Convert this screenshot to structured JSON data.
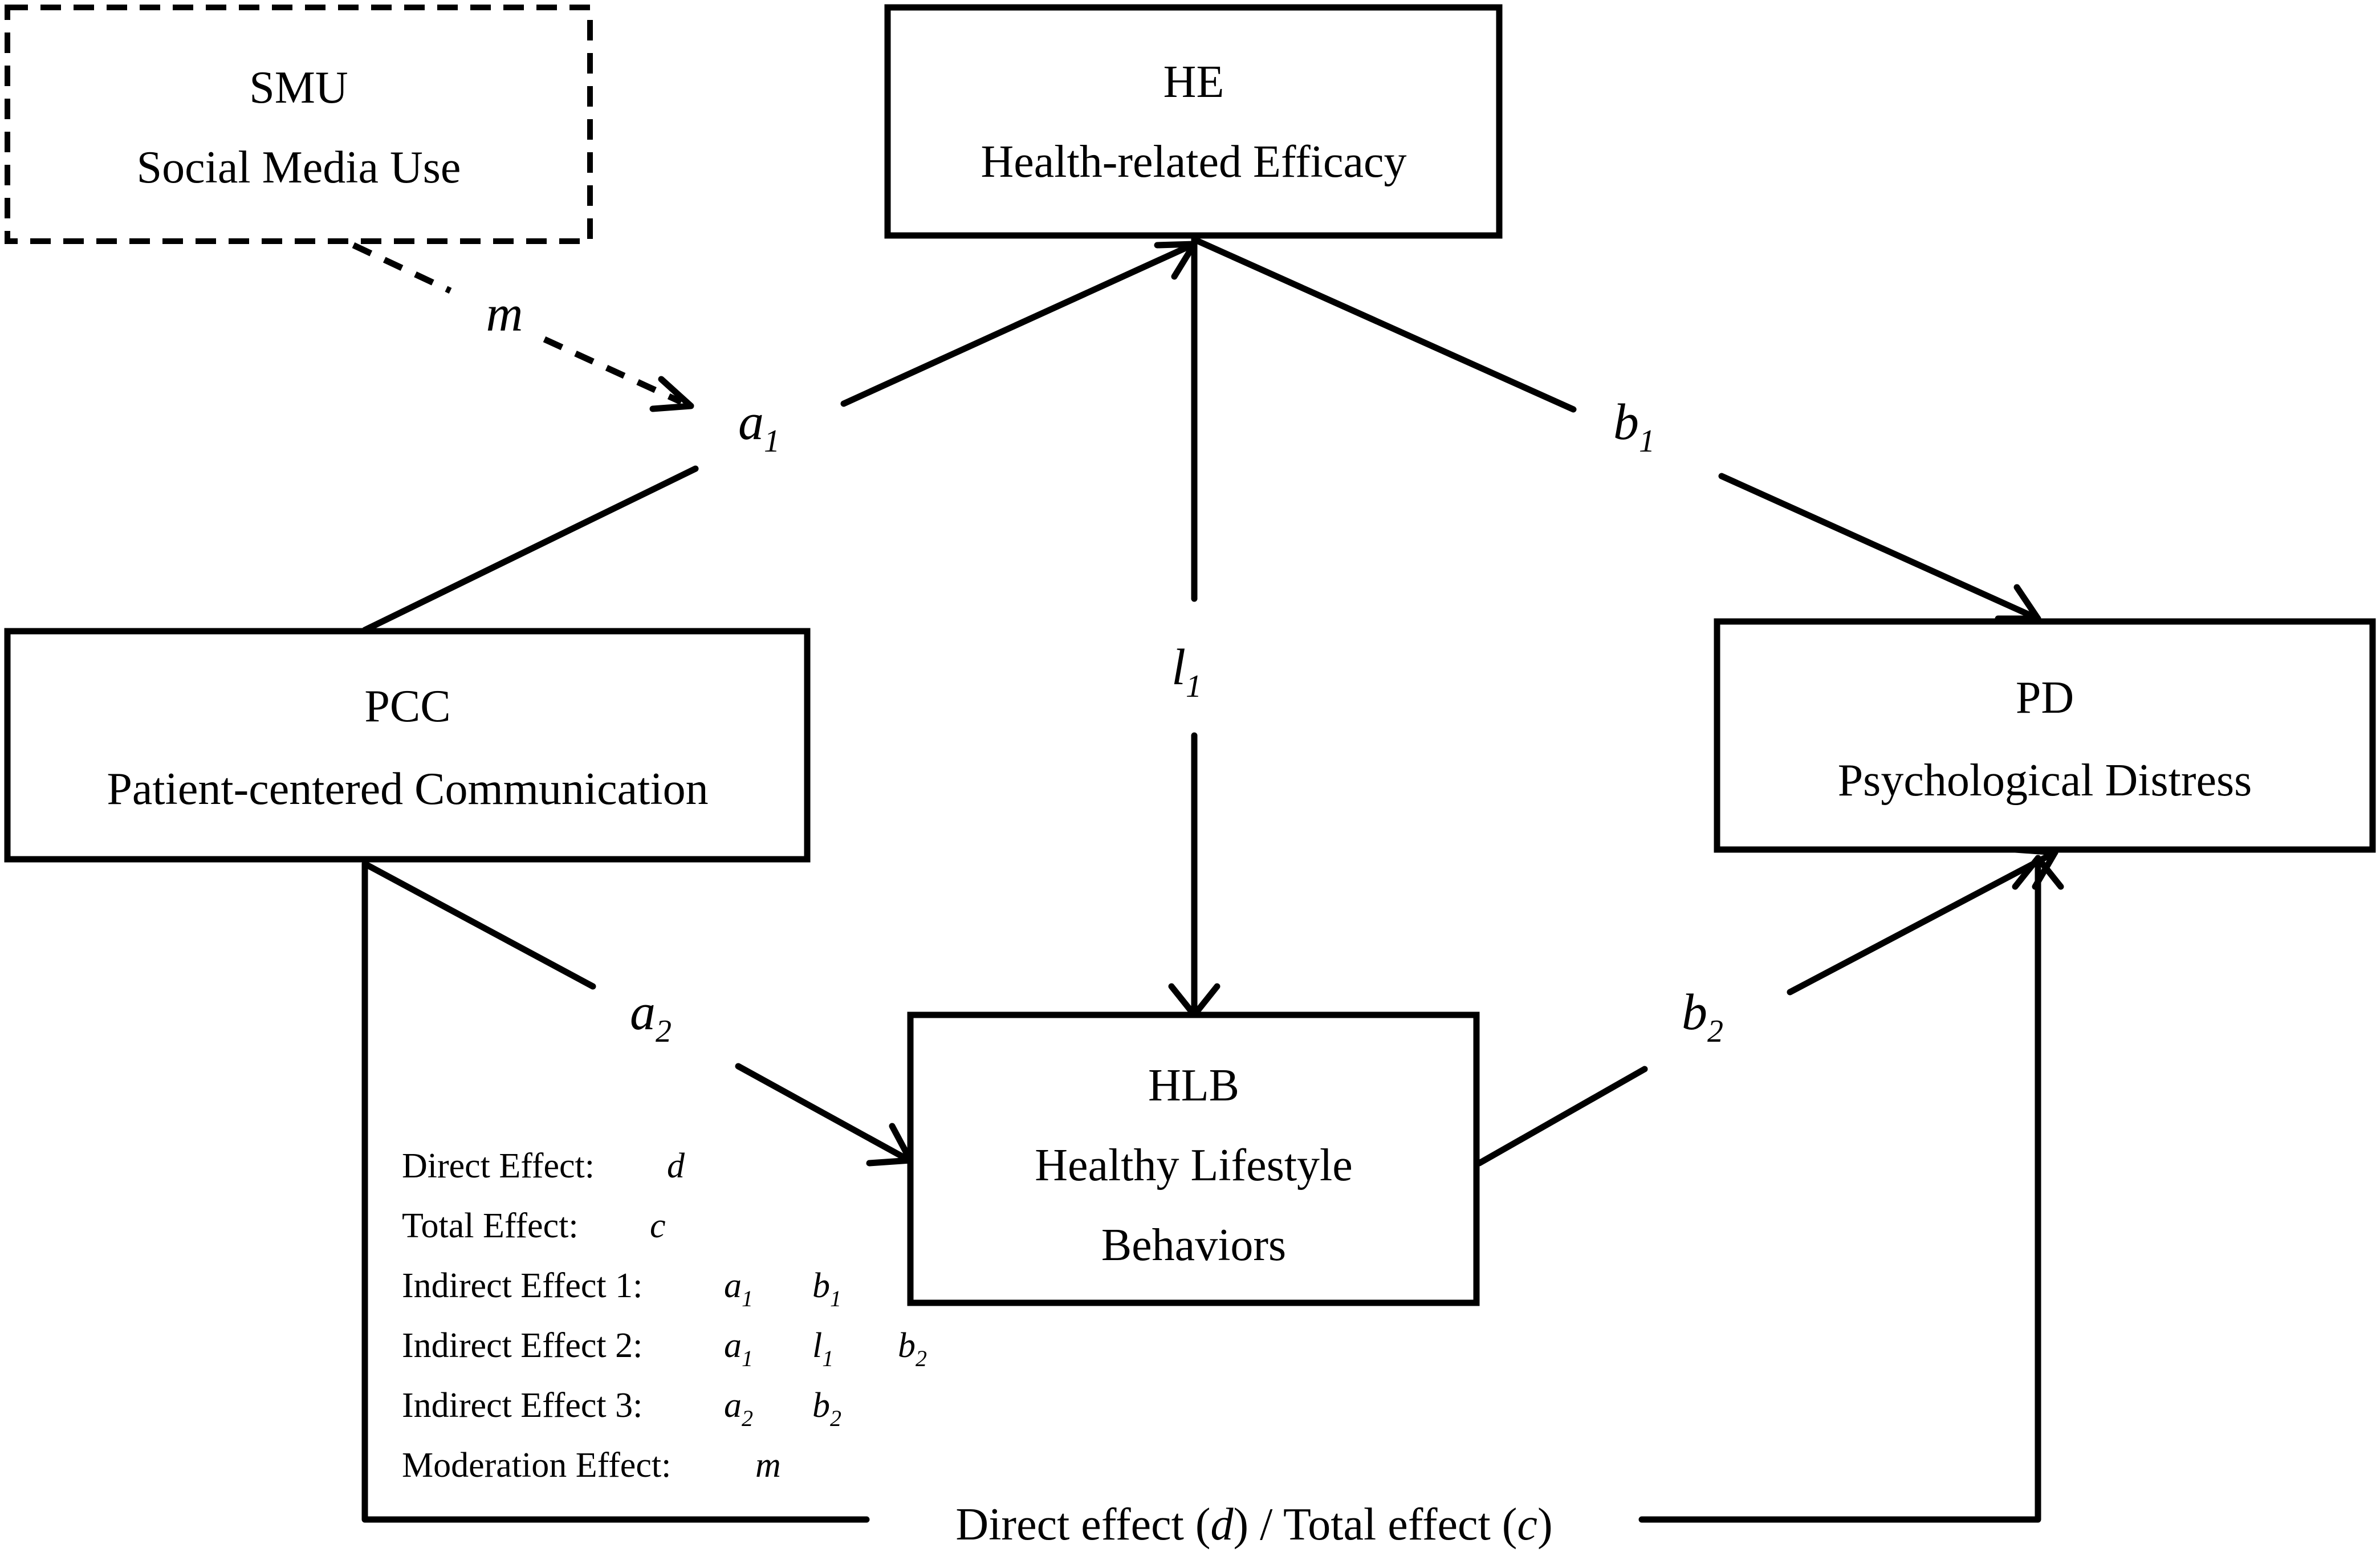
{
  "nodes": {
    "smu": {
      "abbr": "SMU",
      "name": "Social Media Use"
    },
    "he": {
      "abbr": "HE",
      "name": "Health-related Efficacy"
    },
    "pcc": {
      "abbr": "PCC",
      "name": "Patient-centered Communication"
    },
    "pd": {
      "abbr": "PD",
      "name": "Psychological Distress"
    },
    "hlb": {
      "abbr": "HLB",
      "name_line1": "Healthy Lifestyle",
      "name_line2": "Behaviors"
    }
  },
  "paths": {
    "m": {
      "base": "m"
    },
    "a1": {
      "base": "a",
      "sub": "1"
    },
    "a2": {
      "base": "a",
      "sub": "2"
    },
    "b1": {
      "base": "b",
      "sub": "1"
    },
    "b2": {
      "base": "b",
      "sub": "2"
    },
    "l1": {
      "base": "l",
      "sub": "1"
    }
  },
  "legend": {
    "direct": {
      "label": "Direct Effect:",
      "symbol": "d"
    },
    "total": {
      "label": "Total Effect:",
      "symbol": "c"
    },
    "indirect1": {
      "label": "Indirect Effect 1:",
      "terms": [
        {
          "base": "a",
          "sub": "1"
        },
        {
          "base": "b",
          "sub": "1"
        }
      ]
    },
    "indirect2": {
      "label": "Indirect Effect 2:",
      "terms": [
        {
          "base": "a",
          "sub": "1"
        },
        {
          "base": "l",
          "sub": "1"
        },
        {
          "base": "b",
          "sub": "2"
        }
      ]
    },
    "indirect3": {
      "label": "Indirect Effect 3:",
      "terms": [
        {
          "base": "a",
          "sub": "2"
        },
        {
          "base": "b",
          "sub": "2"
        }
      ]
    },
    "moderation": {
      "label": "Moderation Effect:",
      "symbol": "m"
    }
  },
  "bottom_path": {
    "part1": "Direct effect (",
    "d": "d",
    "part2": ") / Total effect (",
    "c": "c",
    "part3": ")"
  }
}
